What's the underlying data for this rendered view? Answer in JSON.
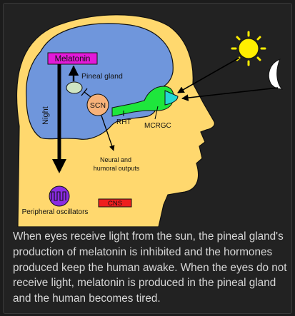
{
  "diagram": {
    "labels": {
      "melatonin": "Melatonin",
      "pineal_gland": "Pineal gland",
      "night": "Night",
      "scn": "SCN",
      "rht": "RHT",
      "mcrgc": "MCRGC",
      "neural_outputs_line1": "Neural and",
      "neural_outputs_line2": "humoral outputs",
      "cns": "CNS",
      "peripheral_oscillators": "Peripheral oscillators"
    },
    "icons": [
      "sun-icon",
      "moon-icon"
    ],
    "colors": {
      "background": "#222222",
      "head": "#ffd86e",
      "brain": "#6f96dc",
      "melatonin_box": "#e21ad9",
      "scn": "#f8b27a",
      "pineal": "#cfe5c2",
      "optic_tract": "#1ee63c",
      "eye": "#25d7d4",
      "cns_box": "#ee1e1e",
      "oscillator": "#8a2be2",
      "sun": "#ffee00",
      "moon": "#ffffff",
      "caption_text": "#d7d7d7"
    }
  },
  "caption": "When eyes receive light from the sun, the pineal gland's production of melatonin is inhibited and the hormones produced keep the human awake. When the eyes do not receive light, melatonin is produced in the pineal gland and the human becomes tired."
}
